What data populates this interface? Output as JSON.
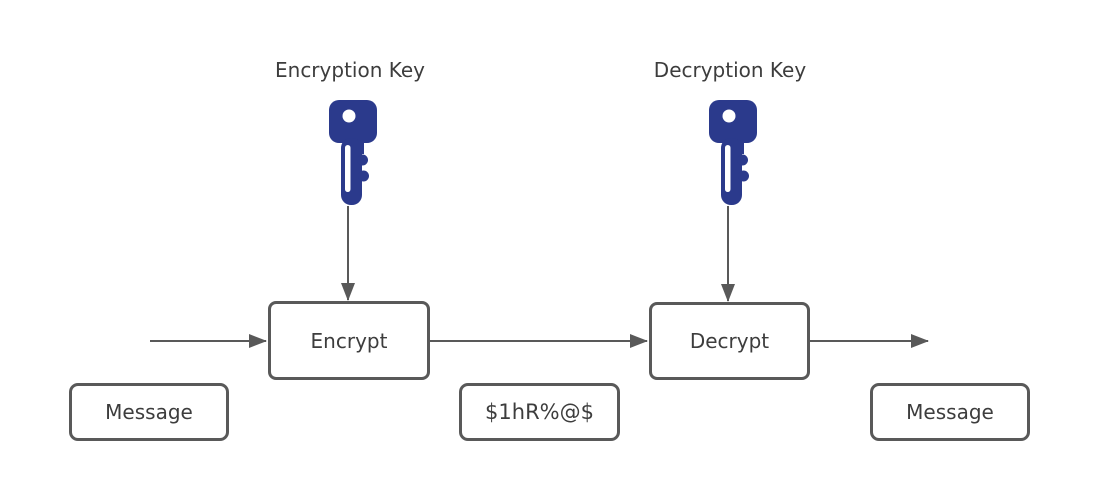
{
  "diagram": {
    "labels": {
      "encryption_key": "Encryption Key",
      "decryption_key": "Decryption Key"
    },
    "boxes": {
      "encrypt": "Encrypt",
      "decrypt": "Decrypt",
      "message_input": "Message",
      "ciphertext": "$1hR%@$",
      "message_output": "Message"
    },
    "icons": {
      "encryption_key": "key-icon",
      "decryption_key": "key-icon"
    },
    "colors": {
      "key_fill": "#2b3a8c",
      "connector": "#595959",
      "box_border": "#595959",
      "box_fill": "#ffffff",
      "text": "#3d3d3d",
      "background": "#ffffff"
    }
  }
}
